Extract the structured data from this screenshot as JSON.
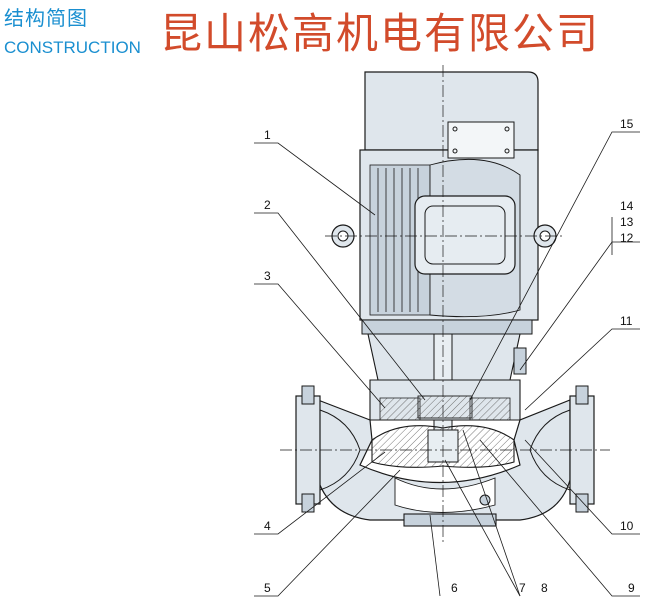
{
  "header": {
    "title_cn": "结构简图",
    "title_en": "CONSTRUCTION",
    "company": "昆山松高机电有限公司"
  },
  "callouts": {
    "c1": "1",
    "c2": "2",
    "c3": "3",
    "c4": "4",
    "c5": "5",
    "c6": "6",
    "c7": "7",
    "c8": "8",
    "c9": "9",
    "c10": "10",
    "c11": "11",
    "c12": "12",
    "c13": "13",
    "c14": "14",
    "c15": "15"
  },
  "colors": {
    "line": "#1a1a1a",
    "fill_light": "#dfe6ec",
    "fill_mid": "#c7d2dc",
    "title_blue": "#1a8fd0",
    "company_red": "#d24b2b"
  }
}
